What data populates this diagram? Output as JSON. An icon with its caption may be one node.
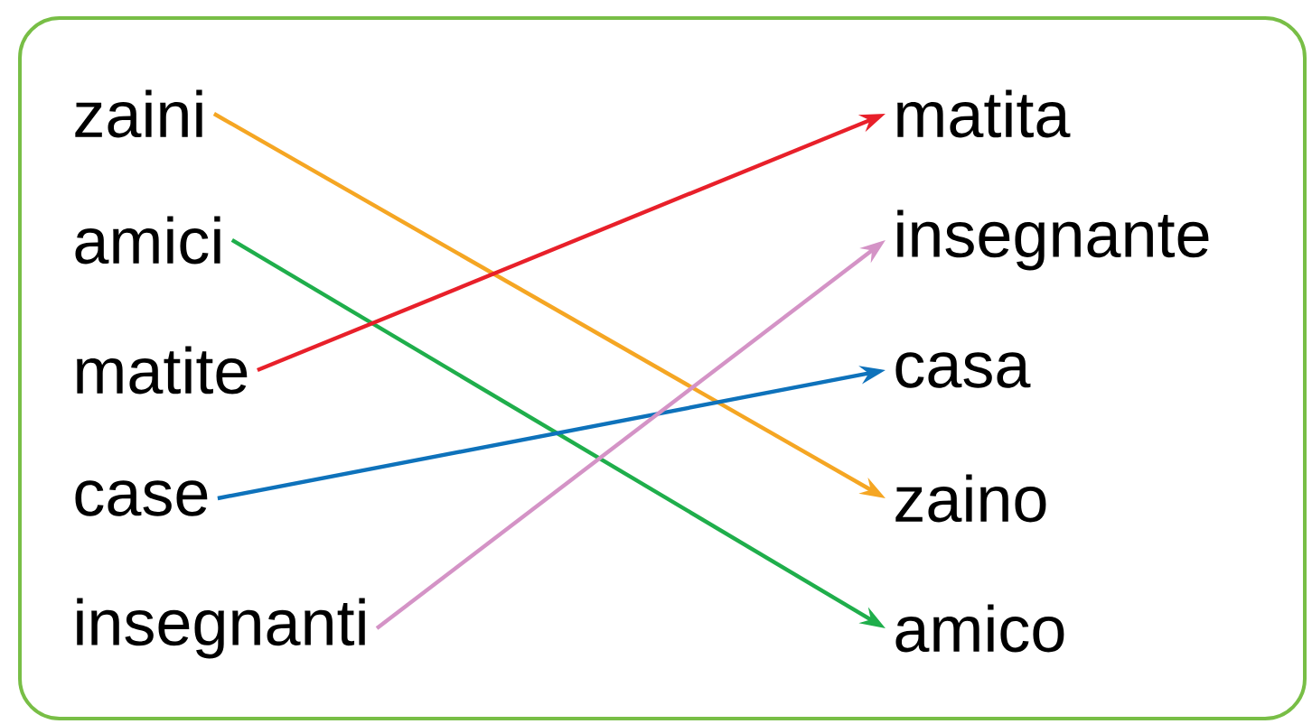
{
  "diagram": {
    "nodes": [
      {
        "text": [
          "zaini"
        ]
      },
      {
        "text": [
          "amici"
        ]
      },
      {
        "text": [
          "matite"
        ]
      },
      {
        "text": [
          "case"
        ]
      },
      {
        "text": [
          "insegnanti"
        ]
      },
      {
        "text": [
          "matita"
        ]
      },
      {
        "text": [
          "insegnante"
        ]
      },
      {
        "text": [
          "casa"
        ]
      },
      {
        "text": [
          "zaino"
        ]
      },
      {
        "text": [
          "amico"
        ]
      }
    ],
    "edges": [
      {
        "from": 0,
        "to": 8,
        "arrow": "to",
        "color": "#f5a623"
      },
      {
        "from": 1,
        "to": 9,
        "arrow": "to",
        "color": "#1fae4b"
      },
      {
        "from": 2,
        "to": 5,
        "arrow": "to",
        "color": "#e8202a"
      },
      {
        "from": 3,
        "to": 7,
        "arrow": "to",
        "color": "#0e72bb"
      },
      {
        "from": 4,
        "to": 6,
        "arrow": "to",
        "color": "#d493c6"
      }
    ]
  }
}
